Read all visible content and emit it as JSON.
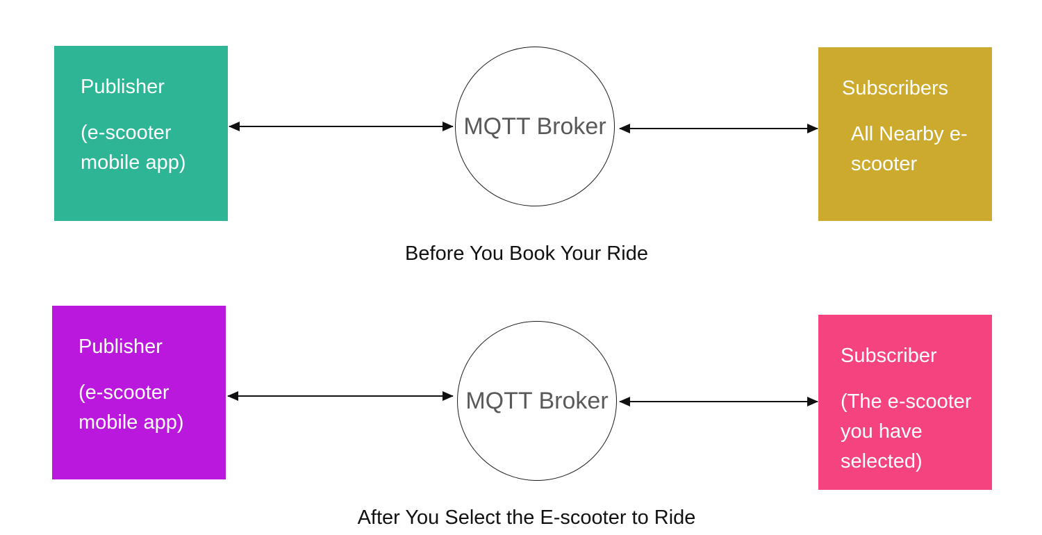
{
  "page": {
    "background": "#ffffff"
  },
  "colors": {
    "arrow": "#111111",
    "broker_text": "#58595b",
    "caption_text": "#111111",
    "box_text": "#ffffff"
  },
  "diagrams": [
    {
      "caption": "Before You Book Your Ride",
      "publisher": {
        "title": "Publisher",
        "subtitle": "(e-scooter mobile app)",
        "color": "#2db596"
      },
      "broker": {
        "label": "MQTT Broker"
      },
      "subscriber": {
        "title": "Subscribers",
        "subtitle": "All Nearby e-scooter",
        "color": "#ccaa2e"
      }
    },
    {
      "caption": "After You Select the E-scooter to Ride",
      "publisher": {
        "title": "Publisher",
        "subtitle": "(e-scooter mobile app)",
        "color": "#bb18dd"
      },
      "broker": {
        "label": "MQTT Broker"
      },
      "subscriber": {
        "title": "Subscriber",
        "subtitle": "(The e-scooter you have selected)",
        "color": "#f4437f"
      }
    }
  ]
}
